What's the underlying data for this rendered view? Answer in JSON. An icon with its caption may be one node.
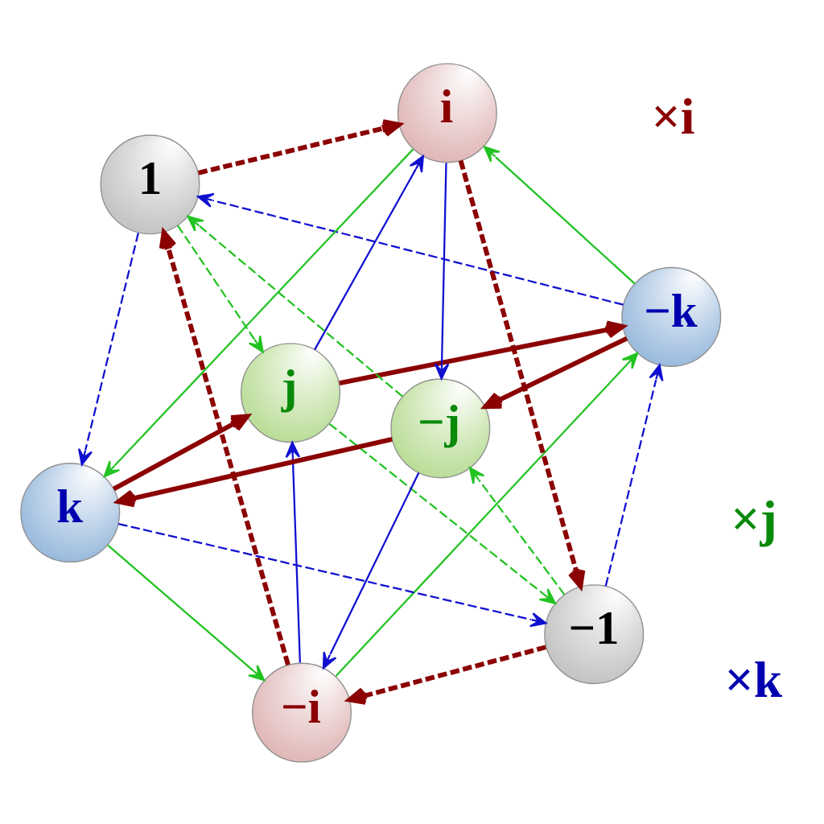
{
  "diagram": {
    "nodes": [
      {
        "text": [
          "j"
        ]
      },
      {
        "text": [
          "−k"
        ]
      },
      {
        "text": [
          "−i"
        ]
      },
      {
        "text": [
          "1"
        ]
      },
      {
        "text": [
          "i"
        ]
      },
      {
        "text": [
          "−j"
        ]
      },
      {
        "text": [
          "k"
        ]
      },
      {
        "text": [
          "−1"
        ]
      }
    ],
    "edges": [
      {
        "from": 3,
        "to": 4,
        "arrow": "to",
        "style": "dashed",
        "color": "#8b0000"
      },
      {
        "from": 4,
        "to": 7,
        "arrow": "to",
        "style": "dashed",
        "color": "#8b0000"
      },
      {
        "from": 7,
        "to": 2,
        "arrow": "to",
        "style": "dashed",
        "color": "#8b0000"
      },
      {
        "from": 2,
        "to": 3,
        "arrow": "to",
        "style": "dashed",
        "color": "#8b0000"
      },
      {
        "from": 0,
        "to": 1,
        "arrow": "to",
        "style": "thick",
        "color": "#8b0000"
      },
      {
        "from": 1,
        "to": 5,
        "arrow": "to",
        "style": "thick",
        "color": "#8b0000"
      },
      {
        "from": 5,
        "to": 6,
        "arrow": "to",
        "style": "thick",
        "color": "#8b0000"
      },
      {
        "from": 6,
        "to": 0,
        "arrow": "to",
        "style": "thick",
        "color": "#8b0000"
      },
      {
        "from": 3,
        "to": 0,
        "arrow": "to",
        "style": "dashed",
        "color": "#22c322"
      },
      {
        "from": 0,
        "to": 7,
        "arrow": "to",
        "style": "dashed",
        "color": "#22c322"
      },
      {
        "from": 7,
        "to": 5,
        "arrow": "to",
        "style": "dashed",
        "color": "#22c322"
      },
      {
        "from": 5,
        "to": 3,
        "arrow": "to",
        "style": "dashed",
        "color": "#22c322"
      },
      {
        "from": 4,
        "to": 6,
        "arrow": "to",
        "color": "#22c322"
      },
      {
        "from": 6,
        "to": 2,
        "arrow": "to",
        "color": "#22c322"
      },
      {
        "from": 2,
        "to": 1,
        "arrow": "to",
        "color": "#22c322"
      },
      {
        "from": 1,
        "to": 4,
        "arrow": "to",
        "color": "#22c322"
      },
      {
        "from": 3,
        "to": 6,
        "arrow": "to",
        "style": "dashed",
        "color": "#1010d0"
      },
      {
        "from": 6,
        "to": 7,
        "arrow": "to",
        "style": "dashed",
        "color": "#1010d0"
      },
      {
        "from": 7,
        "to": 1,
        "arrow": "to",
        "style": "dashed",
        "color": "#1010d0"
      },
      {
        "from": 1,
        "to": 3,
        "arrow": "to",
        "style": "dashed",
        "color": "#1010d0"
      },
      {
        "from": 4,
        "to": 5,
        "arrow": "to",
        "color": "#1010d0"
      },
      {
        "from": 5,
        "to": 2,
        "arrow": "to",
        "color": "#1010d0"
      },
      {
        "from": 2,
        "to": 0,
        "arrow": "to",
        "color": "#1010d0"
      },
      {
        "from": 0,
        "to": 4,
        "arrow": "to",
        "color": "#1010d0"
      }
    ],
    "labels": [
      "×i",
      "×k",
      "×j"
    ]
  }
}
